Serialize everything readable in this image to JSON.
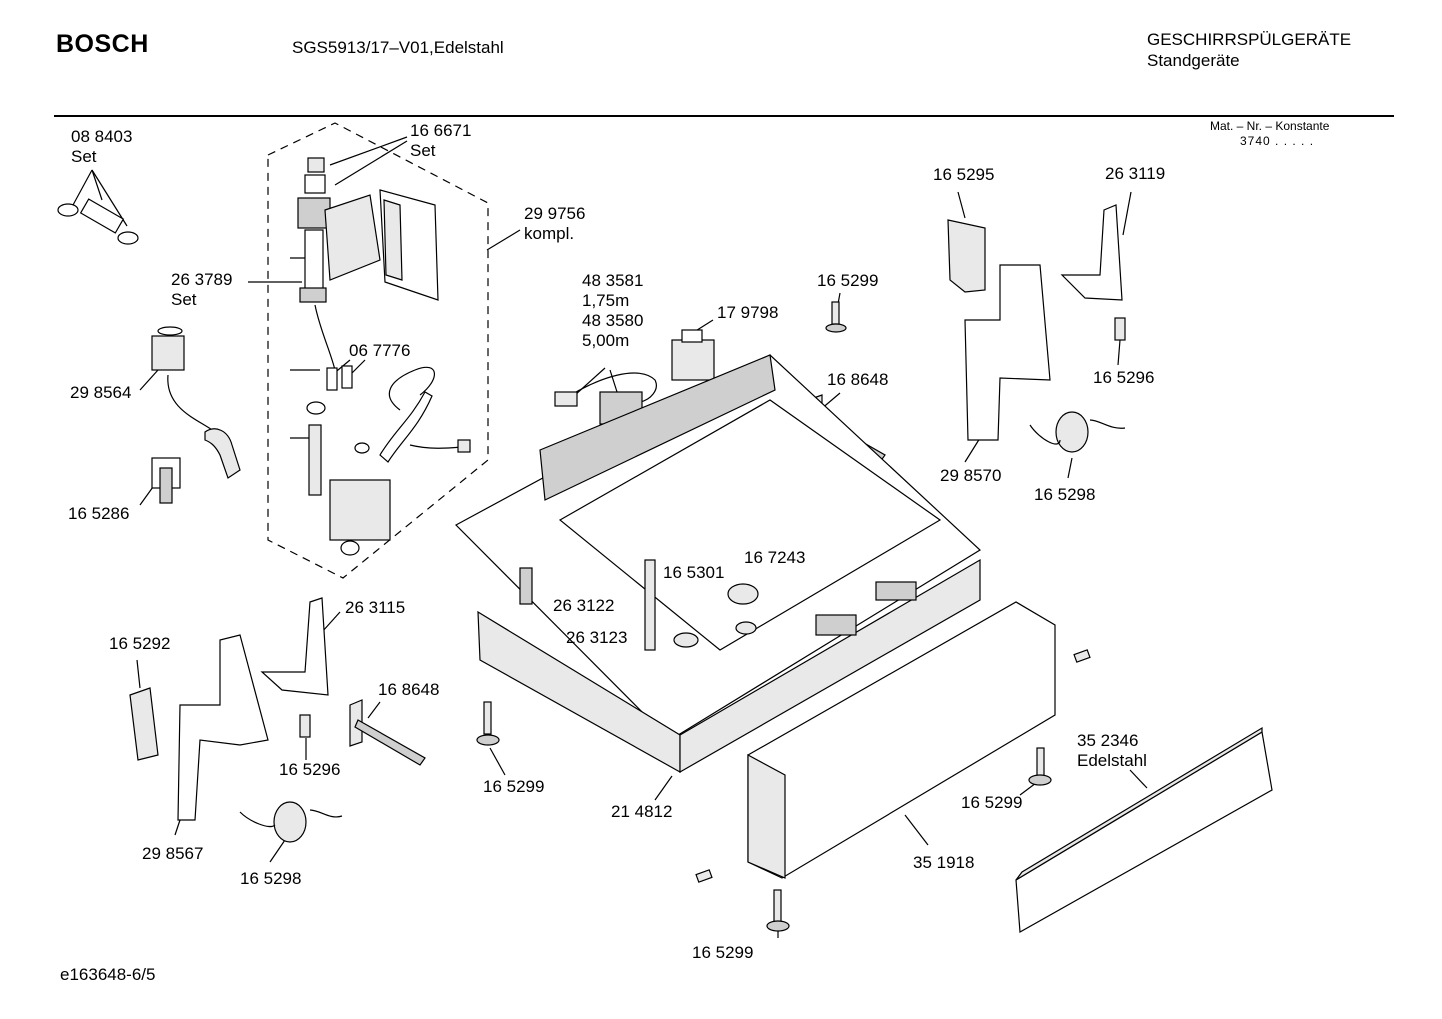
{
  "header": {
    "brand": "BOSCH",
    "model": "SGS5913/17–V01,Edelstahl",
    "category": "GESCHIRRSPÜLGERÄTE",
    "subcategory": "Standgeräte",
    "mat_label": "Mat. – Nr. – Konstante",
    "mat_value": "3740  .  .  .  .  ."
  },
  "footer": {
    "code": "e163648-6/5"
  },
  "callouts": [
    {
      "id": "c-088403",
      "lines": [
        "08 8403",
        "Set"
      ]
    },
    {
      "id": "c-166671",
      "lines": [
        "16 6671",
        "Set"
      ]
    },
    {
      "id": "c-299756",
      "lines": [
        "29 9756",
        "kompl."
      ]
    },
    {
      "id": "c-263789",
      "lines": [
        "26 3789",
        "Set"
      ]
    },
    {
      "id": "c-067776",
      "lines": [
        "06 7776"
      ]
    },
    {
      "id": "c-298564",
      "lines": [
        "29 8564"
      ]
    },
    {
      "id": "c-165286",
      "lines": [
        "16 5286"
      ]
    },
    {
      "id": "c-483581",
      "lines": [
        "48 3581",
        "1,75m",
        "48 3580",
        "5,00m"
      ]
    },
    {
      "id": "c-179798",
      "lines": [
        "17 9798"
      ]
    },
    {
      "id": "c-165299-a",
      "lines": [
        "16 5299"
      ]
    },
    {
      "id": "c-168648-a",
      "lines": [
        "16 8648"
      ]
    },
    {
      "id": "c-165295",
      "lines": [
        "16 5295"
      ]
    },
    {
      "id": "c-263119",
      "lines": [
        "26 3119"
      ]
    },
    {
      "id": "c-165296-a",
      "lines": [
        "16 5296"
      ]
    },
    {
      "id": "c-298570",
      "lines": [
        "29 8570"
      ]
    },
    {
      "id": "c-165298-a",
      "lines": [
        "16 5298"
      ]
    },
    {
      "id": "c-167243",
      "lines": [
        "16 7243"
      ]
    },
    {
      "id": "c-165301",
      "lines": [
        "16 5301"
      ]
    },
    {
      "id": "c-263122",
      "lines": [
        "26 3122"
      ]
    },
    {
      "id": "c-263123",
      "lines": [
        "26 3123"
      ]
    },
    {
      "id": "c-263115",
      "lines": [
        "26 3115"
      ]
    },
    {
      "id": "c-165292",
      "lines": [
        "16 5292"
      ]
    },
    {
      "id": "c-168648-b",
      "lines": [
        "16 8648"
      ]
    },
    {
      "id": "c-165296-b",
      "lines": [
        "16 5296"
      ]
    },
    {
      "id": "c-298567",
      "lines": [
        "29 8567"
      ]
    },
    {
      "id": "c-165298-b",
      "lines": [
        "16 5298"
      ]
    },
    {
      "id": "c-165299-b",
      "lines": [
        "16 5299"
      ]
    },
    {
      "id": "c-214812",
      "lines": [
        "21 4812"
      ]
    },
    {
      "id": "c-352346",
      "lines": [
        "35 2346",
        "Edelstahl"
      ]
    },
    {
      "id": "c-165299-c",
      "lines": [
        "16 5299"
      ]
    },
    {
      "id": "c-351918",
      "lines": [
        "35 1918"
      ]
    },
    {
      "id": "c-165299-d",
      "lines": [
        "16 5299"
      ]
    }
  ]
}
